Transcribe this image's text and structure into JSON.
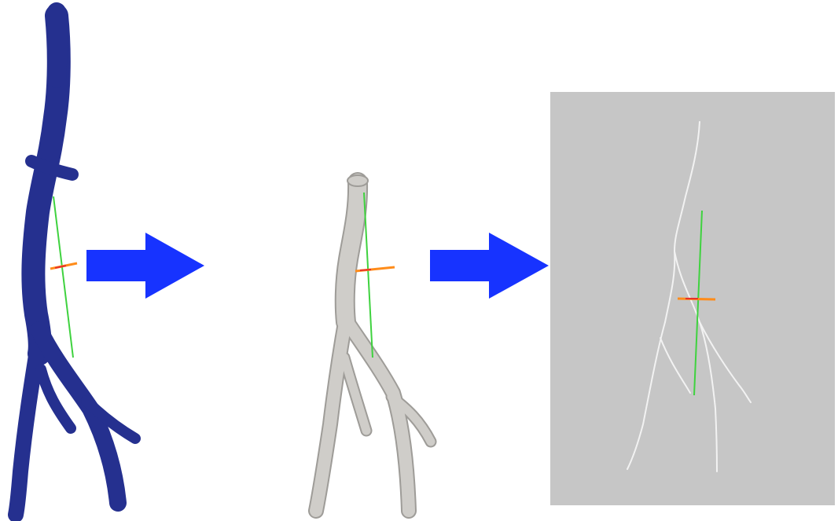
{
  "figure": {
    "steps": [
      {
        "name": "segmented-vessel",
        "fill": "#25308f",
        "outline": "#1a2370"
      },
      {
        "name": "smoothed-vessel-surface",
        "fill": "#cfcdc9",
        "outline": "#9e9c98"
      },
      {
        "name": "vessel-centerline",
        "line": "#f2f2f2",
        "panel_background": "#c6c6c6"
      }
    ],
    "arrow_color": "#1733ff",
    "axis_colors": {
      "principal_axis": "#3fd23f",
      "cross_axis": "#ff8c1a",
      "cross_axis_red": "#e8302a"
    }
  }
}
